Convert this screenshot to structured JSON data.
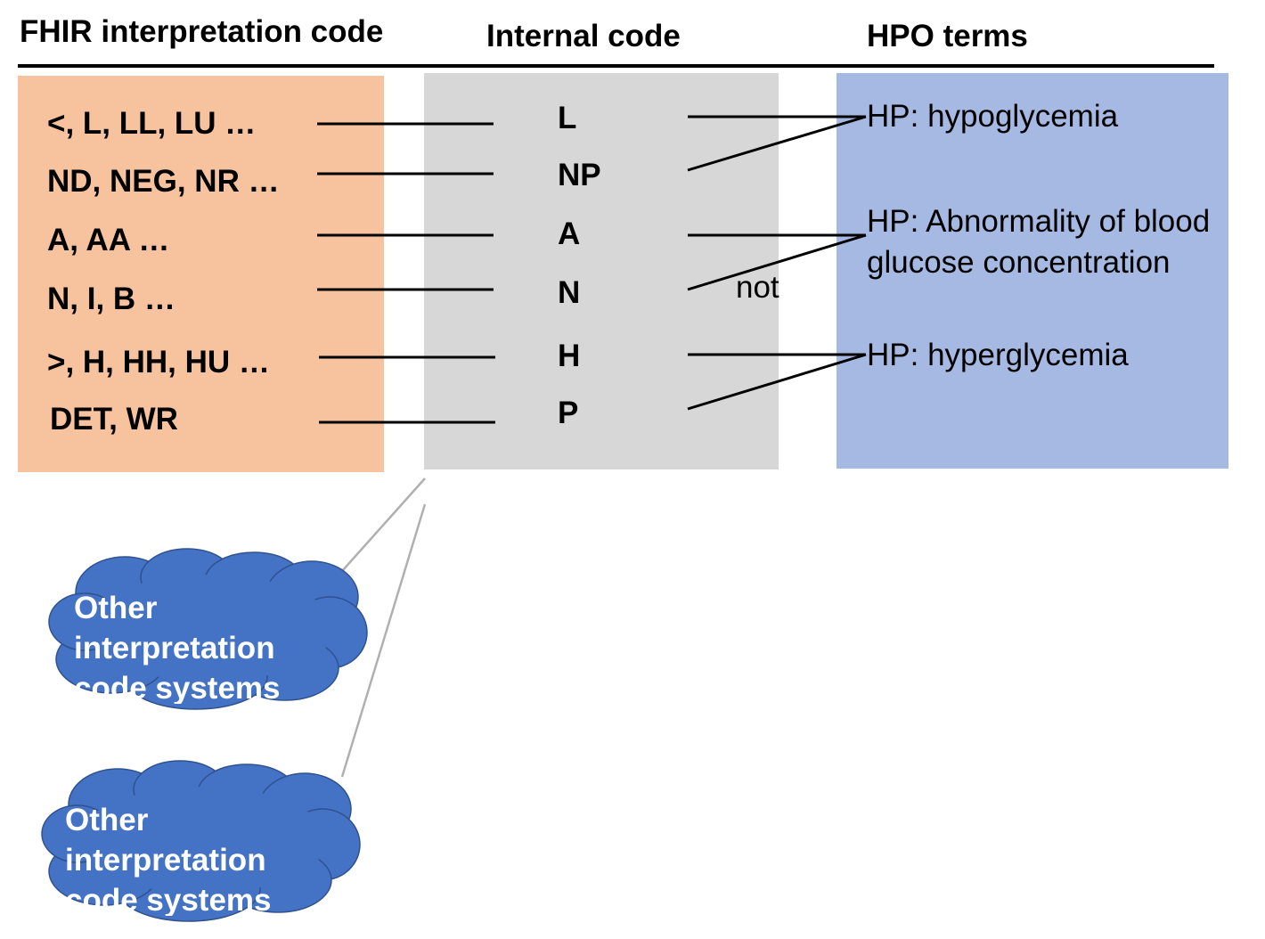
{
  "headers": {
    "fhir": "FHIR interpretation code",
    "internal": "Internal code",
    "hpo": "HPO terms"
  },
  "colors": {
    "fhir_box": "#f7c29e",
    "internal_box": "#d7d7d7",
    "hpo_box": "#a6b9e3",
    "cloud": "#4472c4",
    "connector_line": "#000000",
    "cloud_line": "#b0b0b0"
  },
  "fhir_codes": [
    "<, L, LL, LU …",
    "ND, NEG, NR …",
    "A, AA …",
    "N, I, B …",
    ">, H, HH, HU …",
    "DET, WR"
  ],
  "internal_codes": [
    "L",
    "NP",
    "A",
    "N",
    "H",
    "P"
  ],
  "hpo_terms": [
    "HP: hypoglycemia",
    "HP: Abnormality of blood glucose concentration",
    "HP: hyperglycemia"
  ],
  "negation_label": "not",
  "clouds": [
    {
      "text": "Other interpretation code systems"
    },
    {
      "text": "Other interpretation code systems"
    }
  ]
}
